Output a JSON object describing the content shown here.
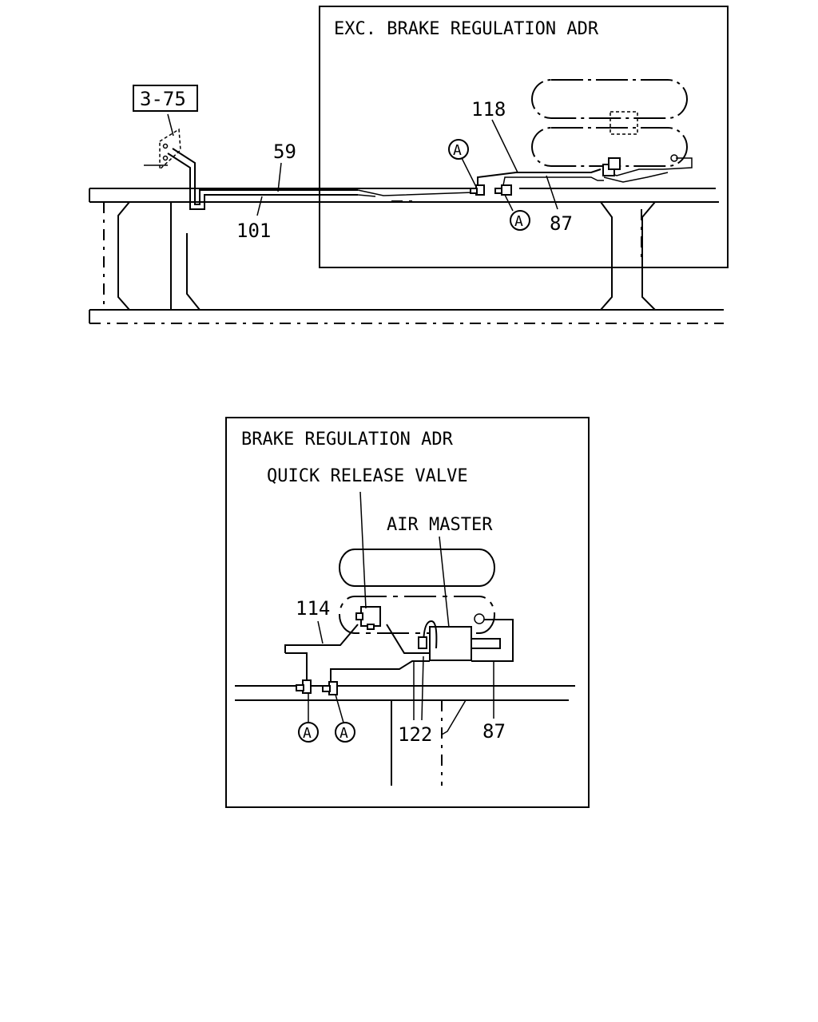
{
  "top_view": {
    "box_title": "EXC. BRAKE REGULATION ADR",
    "ref_box": "3-75",
    "callouts": {
      "c59": "59",
      "c101": "101",
      "c118": "118",
      "c87": "87",
      "a1": "A",
      "a2": "A"
    }
  },
  "detail_view": {
    "box_title": "BRAKE REGULATION ADR",
    "qrv_label": "QUICK RELEASE VALVE",
    "air_master_label": "AIR MASTER",
    "callouts": {
      "c114": "114",
      "c122": "122",
      "c87": "87",
      "a1": "A",
      "a2": "A"
    }
  }
}
